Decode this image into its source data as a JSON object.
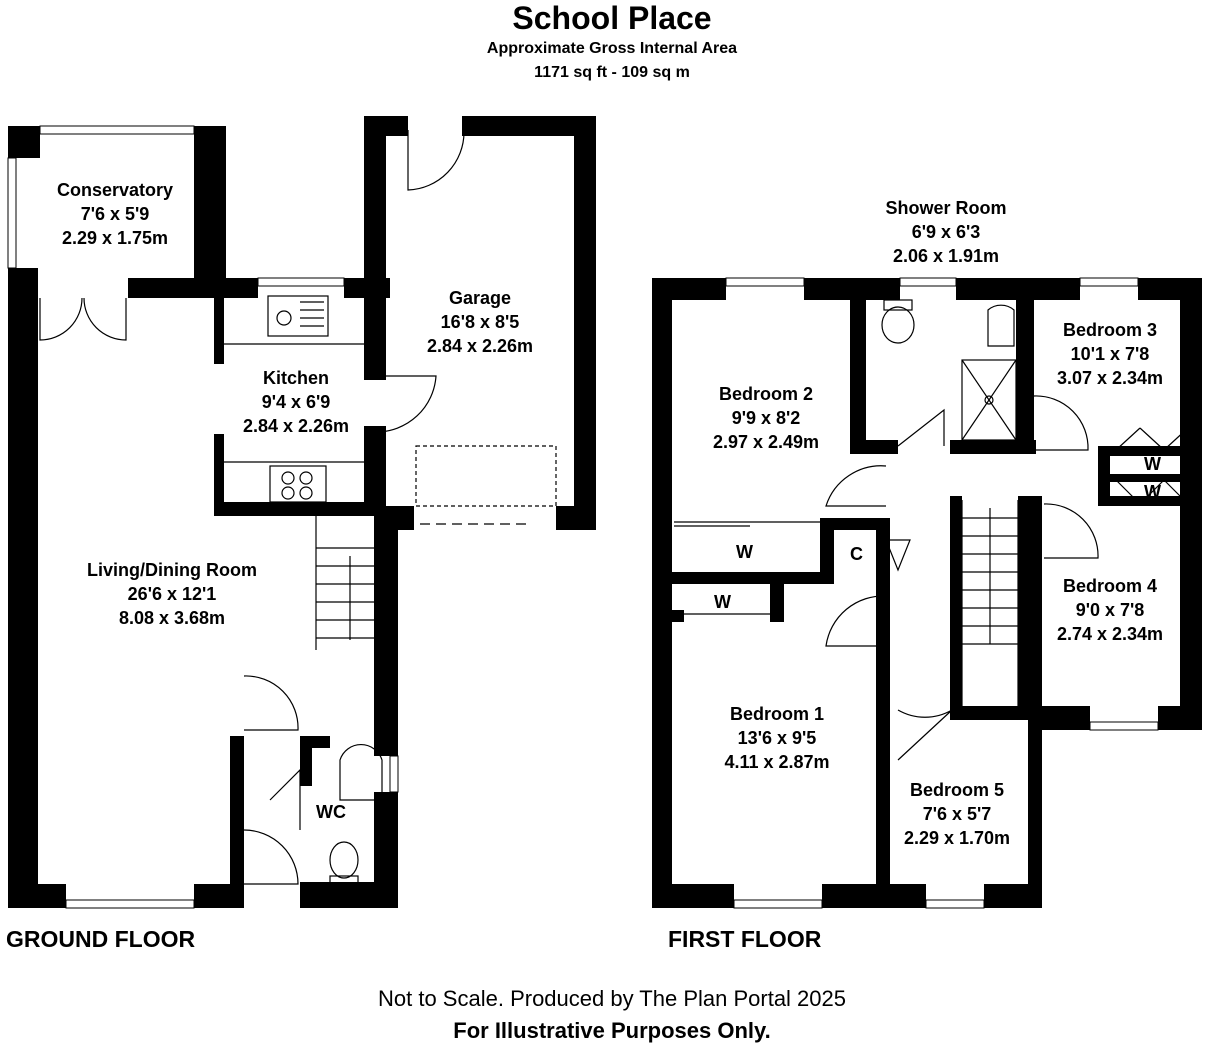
{
  "header": {
    "title": "School Place",
    "subtitle": "Approximate Gross Internal Area",
    "area": "1171 sq ft - 109 sq m"
  },
  "floors": {
    "ground": "GROUND FLOOR",
    "first": "FIRST FLOOR"
  },
  "rooms": {
    "conservatory": {
      "name": "Conservatory",
      "imperial": "7'6 x 5'9",
      "metric": "2.29 x 1.75m"
    },
    "garage": {
      "name": "Garage",
      "imperial": "16'8 x 8'5",
      "metric": "2.84 x 2.26m"
    },
    "kitchen": {
      "name": "Kitchen",
      "imperial": "9'4 x 6'9",
      "metric": "2.84 x 2.26m"
    },
    "living": {
      "name": "Living/Dining Room",
      "imperial": "26'6 x 12'1",
      "metric": "8.08 x 3.68m"
    },
    "wc": {
      "name": "WC"
    },
    "shower": {
      "name": "Shower Room",
      "imperial": "6'9 x 6'3",
      "metric": "2.06 x 1.91m"
    },
    "bedroom2": {
      "name": "Bedroom 2",
      "imperial": "9'9 x 8'2",
      "metric": "2.97 x 2.49m"
    },
    "bedroom3": {
      "name": "Bedroom 3",
      "imperial": "10'1 x 7'8",
      "metric": "3.07 x 2.34m"
    },
    "bedroom4": {
      "name": "Bedroom 4",
      "imperial": "9'0 x 7'8",
      "metric": "2.74 x 2.34m"
    },
    "bedroom1": {
      "name": "Bedroom 1",
      "imperial": "13'6 x 9'5",
      "metric": "4.11 x 2.87m"
    },
    "bedroom5": {
      "name": "Bedroom 5",
      "imperial": "7'6 x 5'7",
      "metric": "2.29 x 1.70m"
    }
  },
  "storage": {
    "w": "W",
    "c": "C"
  },
  "footer": {
    "line1": "Not to Scale. Produced by The Plan Portal 2025",
    "line2": "For Illustrative Purposes Only."
  }
}
